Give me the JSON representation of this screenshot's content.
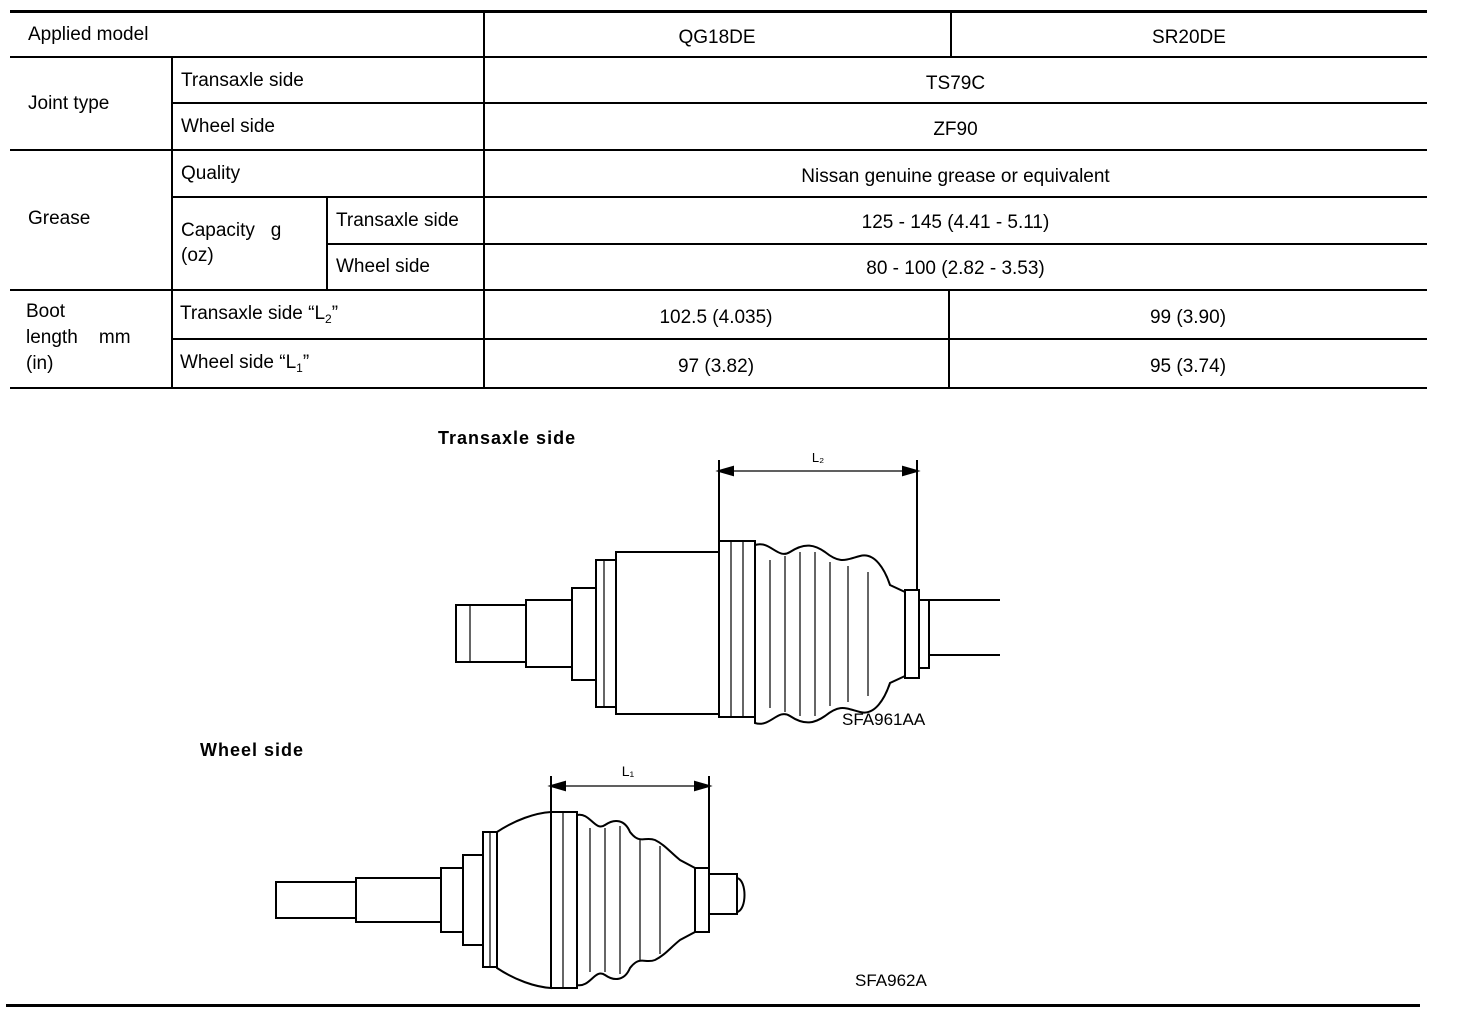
{
  "table": {
    "header": {
      "label": "Applied model",
      "model_1": "QG18DE",
      "model_2": "SR20DE"
    },
    "joint_type": {
      "label": "Joint type",
      "transaxle_label": "Transaxle side",
      "transaxle_value": "TS79C",
      "wheel_label": "Wheel side",
      "wheel_value": "ZF90"
    },
    "grease": {
      "label": "Grease",
      "quality_label": "Quality",
      "quality_value": "Nissan genuine grease or equivalent",
      "capacity_label_1": "Capacity   g",
      "capacity_label_2": "(oz)",
      "capacity_transaxle_label": "Transaxle side",
      "capacity_transaxle_value": "125 - 145 (4.41 - 5.11)",
      "capacity_wheel_label": "Wheel side",
      "capacity_wheel_value": "80 - 100 (2.82 - 3.53)"
    },
    "boot_length": {
      "label_1": "Boot",
      "label_2": "length    mm",
      "label_3": "(in)",
      "transaxle_label_prefix": "Transaxle side “L",
      "transaxle_label_sub": "2",
      "transaxle_label_suffix": "”",
      "transaxle_value_1": "102.5 (4.035)",
      "transaxle_value_2": "99 (3.90)",
      "wheel_label_prefix": "Wheel side “L",
      "wheel_label_sub": "1",
      "wheel_label_suffix": "”",
      "wheel_value_1": "97 (3.82)",
      "wheel_value_2": "95 (3.74)"
    }
  },
  "figures": {
    "transaxle": {
      "title": "Transaxle side",
      "dimension_label": "L₂",
      "caption": "SFA961AA"
    },
    "wheel": {
      "title": "Wheel side",
      "dimension_label": "L₁",
      "caption": "SFA962A"
    }
  }
}
